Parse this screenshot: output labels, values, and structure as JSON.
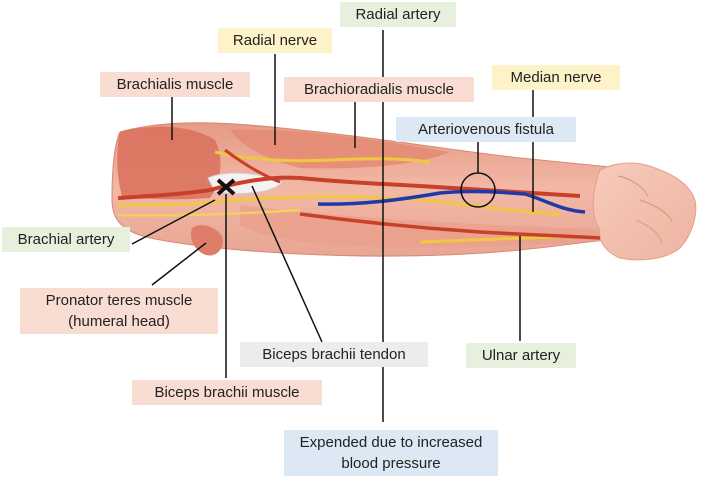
{
  "colors": {
    "artery_label_bg": "#e6f0dc",
    "nerve_label_bg": "#fdf2c8",
    "muscle_label_bg": "#f9ddd2",
    "vein_label_bg": "#dce8f4",
    "tendon_label_bg": "#ececec",
    "artery": "#c8402a",
    "vein": "#1f3aa8",
    "nerve": "#f0c840",
    "muscle": "#e9a08a",
    "leader_line": "#111111"
  },
  "labels": {
    "radial_artery": "Radial artery",
    "radial_nerve": "Radial nerve",
    "brachialis_muscle": "Brachialis muscle",
    "brachioradialis_muscle": "Brachioradialis muscle",
    "median_nerve": "Median nerve",
    "arteriovenous_fistula": "Arteriovenous fistula",
    "brachial_artery": "Brachial artery",
    "pronator_teres_muscle": "Pronator teres muscle (humeral head)",
    "biceps_brachii_tendon": "Biceps brachii tendon",
    "ulnar_artery": "Ulnar artery",
    "biceps_brachii_muscle": "Biceps brachii muscle",
    "expended": "Expended due to increased blood pressure"
  }
}
